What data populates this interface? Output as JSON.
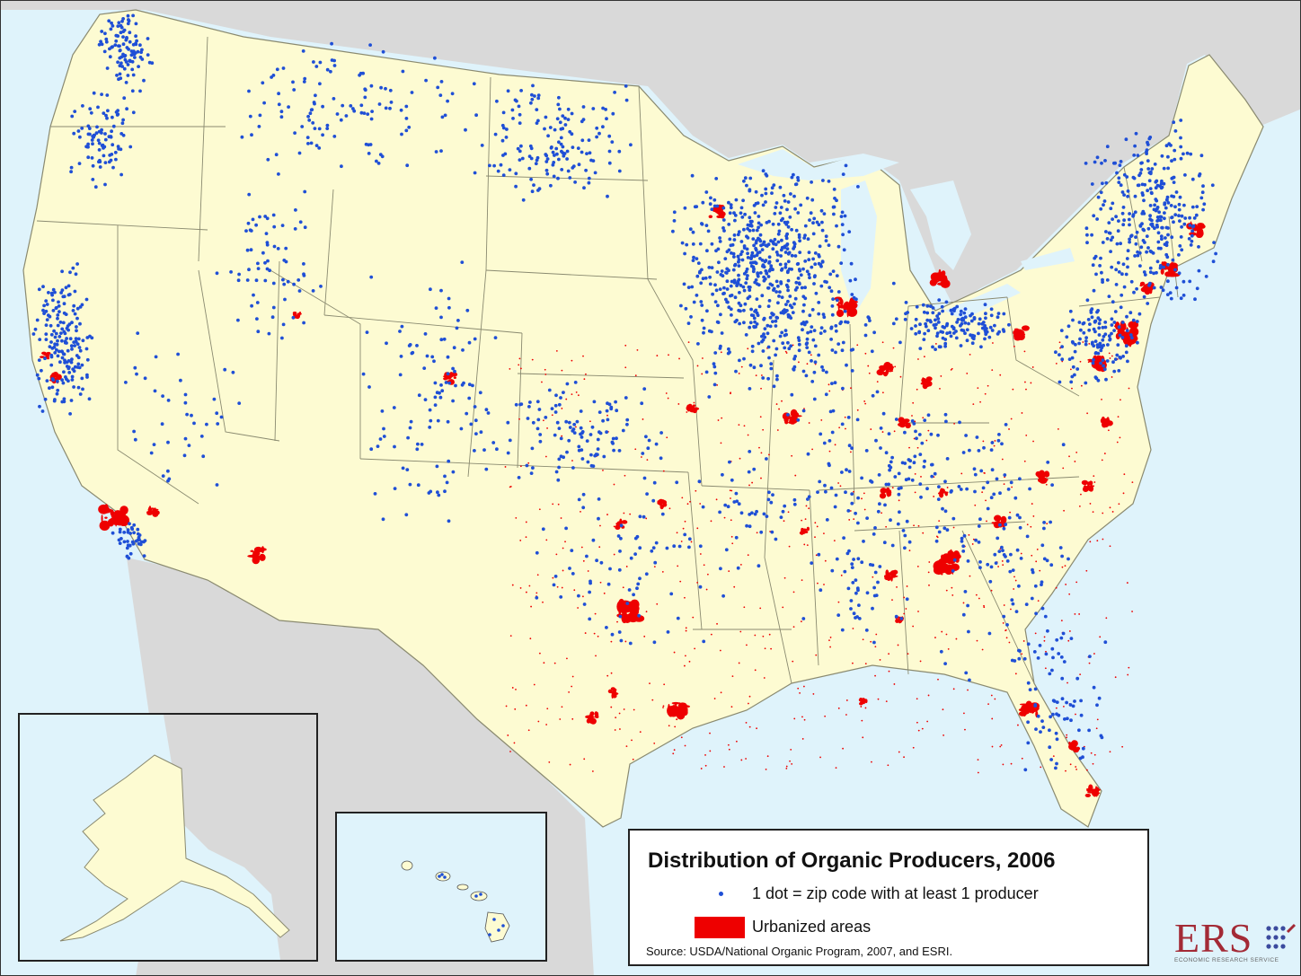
{
  "legend": {
    "title": "Distribution of Organic Producers, 2006",
    "dot_label": "1 dot = zip code with at least 1 producer",
    "urban_label": "Urbanized areas",
    "source": "Source:  USDA/National Organic Program, 2007, and ESRI."
  },
  "logo": {
    "text": "ERS",
    "subtitle": "ECONOMIC RESEARCH SERVICE"
  },
  "colors": {
    "water": "#dff3fb",
    "land_us": "#fdfbd2",
    "land_neighbors": "#d9d9d9",
    "producer_dot": "#1f4fd6",
    "urban_area": "#ee0000",
    "border": "#8a8a70",
    "logo": "#a32a36"
  },
  "layers": [
    "zip-code-producer-dots",
    "urbanized-areas",
    "state-boundaries"
  ],
  "insets": [
    "Alaska",
    "Hawaii"
  ]
}
